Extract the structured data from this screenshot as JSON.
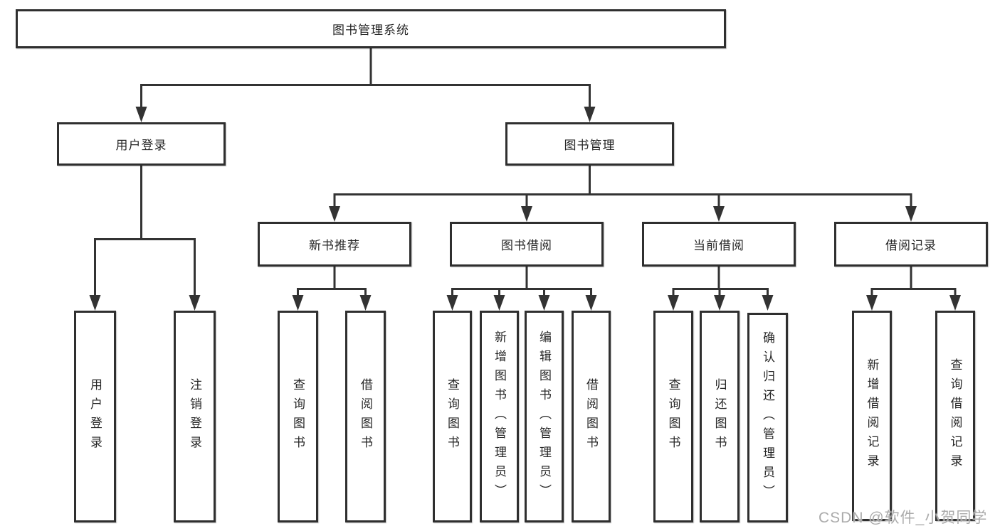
{
  "tree": {
    "label": "图书管理系统",
    "children": [
      {
        "label": "用户登录",
        "children": [
          {
            "label": "用户登录"
          },
          {
            "label": "注销登录"
          }
        ]
      },
      {
        "label": "图书管理",
        "children": [
          {
            "label": "新书推荐",
            "children": [
              {
                "label": "查询图书"
              },
              {
                "label": "借阅图书"
              }
            ]
          },
          {
            "label": "图书借阅",
            "children": [
              {
                "label": "查询图书"
              },
              {
                "label": "新增图书（管理员）"
              },
              {
                "label": "编辑图书（管理员）"
              },
              {
                "label": "借阅图书"
              }
            ]
          },
          {
            "label": "当前借阅",
            "children": [
              {
                "label": "查询图书"
              },
              {
                "label": "归还图书"
              },
              {
                "label": "确认归还（管理员）"
              }
            ]
          },
          {
            "label": "借阅记录",
            "children": [
              {
                "label": "新增借阅记录"
              },
              {
                "label": "查询借阅记录"
              }
            ]
          }
        ]
      }
    ]
  },
  "watermark": {
    "text": "CSDN @软件_小贺同学"
  },
  "colors": {
    "background": "#ffffff",
    "box_border": "#2f2f2f",
    "box_fill": "#ffffff",
    "connector_line": "#333333",
    "text": "#262626",
    "watermark_text": "#ababab"
  }
}
